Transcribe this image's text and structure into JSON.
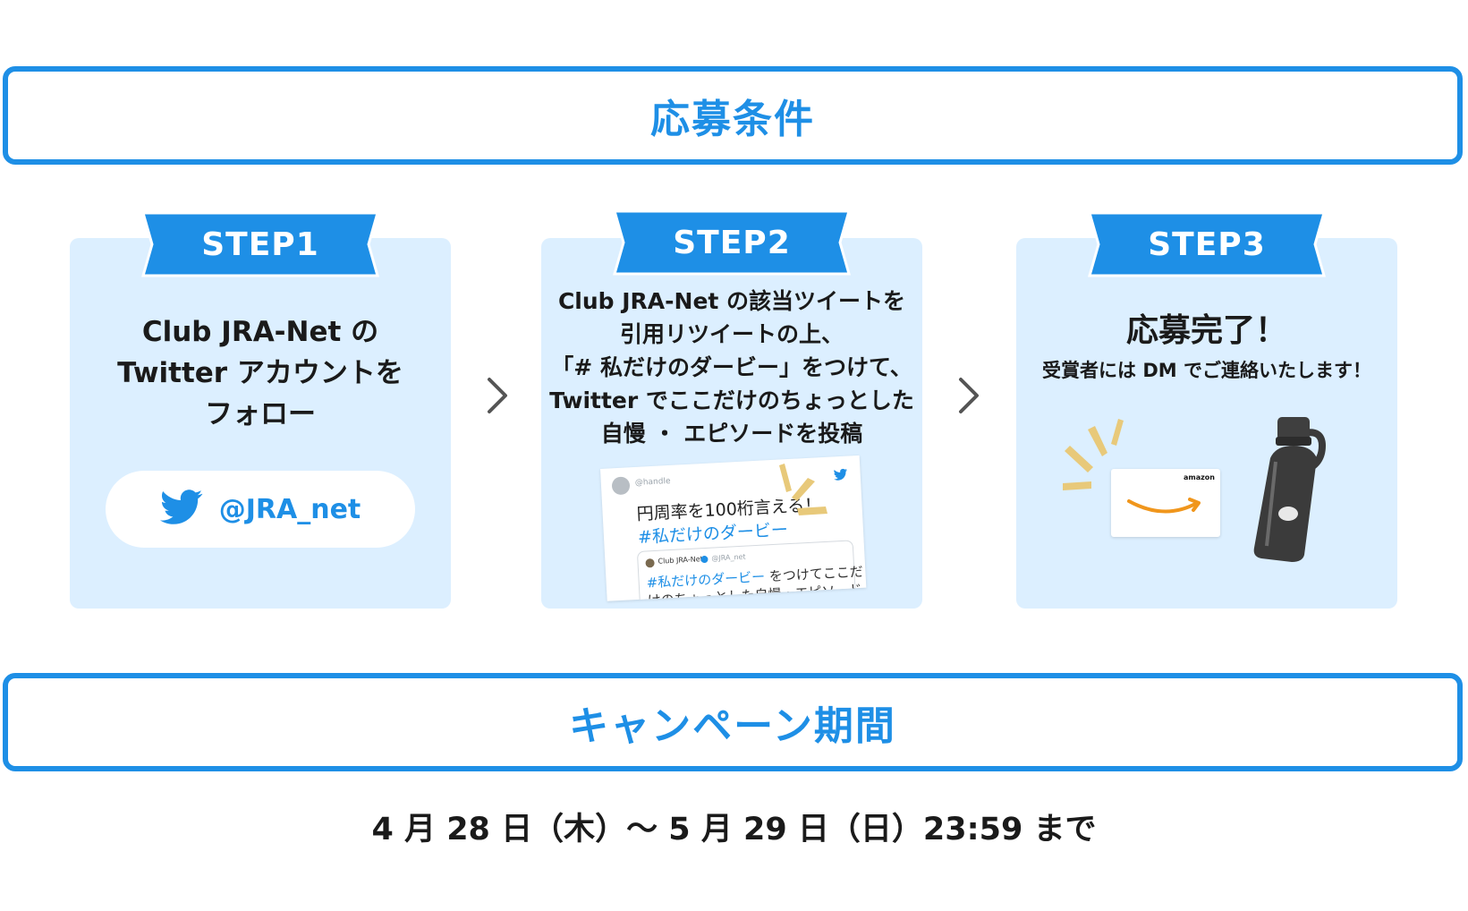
{
  "conditions_banner": {
    "title": "応募条件"
  },
  "steps": [
    {
      "label": "STEP1",
      "lines": [
        "Club JRA-Net の",
        "Twitter アカウントを",
        "フォロー"
      ],
      "follow": {
        "handle": "@JRA_net",
        "icon": "twitter-bird-icon"
      }
    },
    {
      "label": "STEP2",
      "lines": [
        "Club JRA-Net の該当ツイートを",
        "引用リツイートの上、",
        "「# 私だけのダービー」をつけて、",
        "Twitter でここだけのちょっとした",
        "自慢 ・ エピソードを投稿"
      ],
      "tweet": {
        "handle": "@handle",
        "body": "円周率を100桁言える！",
        "hashtag": "#私だけのダービー",
        "quote_name": "Club JRA-Net",
        "quote_handle": "@JRA_net",
        "quote_hashtag": "#私だけのダービー",
        "quote_text1": " をつけてここだ",
        "quote_text2": "けのちょっとした自慢・エピソード"
      }
    },
    {
      "label": "STEP3",
      "title": "応募完了！",
      "subtitle": "受賞者には DM でご連絡いたします！",
      "giftcard_brand": "amazon"
    }
  ],
  "period_banner": {
    "title": "キャンペーン期間"
  },
  "period": {
    "text": "4 月 28 日（木）～ 5 月 29 日（日）23:59 まで"
  },
  "colors": {
    "accent": "#1e8fe6",
    "card_bg": "#dcefff",
    "burst": "#e8c97a"
  }
}
